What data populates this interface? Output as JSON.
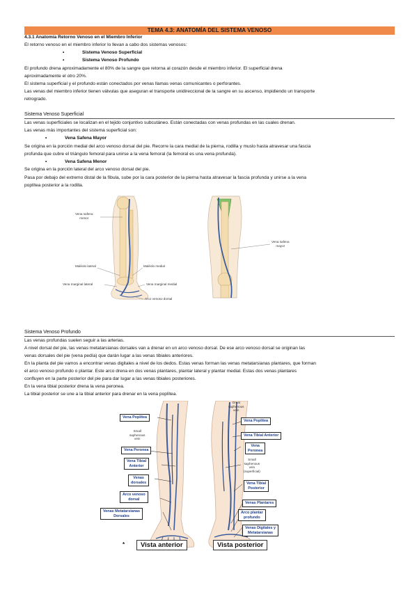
{
  "title": "TEMA 4.3: ANATOMÍA DEL SISTEMA VENOSO",
  "intro": {
    "subtitle": "4.3.1 Anatomía Retorno Venoso en el Miembro Inferior",
    "line1": "El retorno venoso en el miembro inferior lo llevan a cabo dos sistemas venosos:",
    "bullets": [
      "Sistema Venoso Superficial",
      "Sistema Venoso Profundo"
    ],
    "p1a": "El profundo drena aproximadamente el 80% de la sangre que retorna al corazón desde el miembro inferior. El superficial drena",
    "p1b": "aproximadamente el otro 20%.",
    "p2": "El sistema superficial y el profundo están conectados por venas llamas venas comunicantes o perforantes.",
    "p3a": "Las venas del miembro inferior tienen válvulas que aseguran el transporte unidireccional de la sangre en su ascenso, impidiendo un transporte",
    "p3b": "retrogrado."
  },
  "superficial": {
    "heading": "Sistema Venoso Superficial",
    "l1": "Las venas superficiales se localizan en el tejido conjuntivo subcutáneo. Están conectadas con venas profundas en las cuales drenan.",
    "l2": "Las venas más importantes del sistema superficial son:",
    "bullet1": "Vena Safena Mayor",
    "l3": "Se origina en la porción medial del arco venoso dorsal del pie. Recorre la cara medial de la pierna, rodilla y muslo hasta atravesar una fascia",
    "l4": "profunda que cubre el triángulo femoral para unirse a la vena femoral (la femoral es una vena profunda).",
    "bullet2": "Vena Safena Menor",
    "l5": "Se origina en la porción lateral del arco venoso dorsal del pie.",
    "l6": "Pasa por debajo del extremo distal de la fíbula, sube por la cara posterior de la pierna hasta atravesar la fascia profunda y unirse a la vena",
    "l7": "poplítea posterior a la rodilla."
  },
  "fig1": {
    "labels": {
      "vena_safena_menor": [
        "Vena safena",
        "menor"
      ],
      "maleolo_lateral": "Maléolo lateral",
      "maleolo_medial": "Maléolo medial",
      "vena_marginal_lateral": "Vena marginal lateral",
      "vena_marginal_medial": "Vena marginal medial",
      "arco_venoso_dorsal": "Arco venoso dorsal",
      "vena_safena_mayor": [
        "Vena safena",
        "mayor"
      ]
    }
  },
  "profundo": {
    "heading": "Sistema Venoso Profundo",
    "l1": "Las venas profundas suelen seguir a las arterias.",
    "l2": "A nivel dorsal del pie, las venas metatarsianas dorsales van a drenar en un arco venoso dorsal. De ese arco venoso dorsal se originan las",
    "l3": "venas dorsales del pie (vena pedía) que darán lugar a las venas tibiales anteriores.",
    "l4": "En la planta del pie vamos a encontrar venas digitales a nivel de los dedos. Estas venas forman las venas metatarsianas plantares, que forman",
    "l5": "el arco venoso profundo o plantar. Este arco drena en dos venas plantares, plantar lateral y plantar medial. Estas dos venas plantares",
    "l6": "confluyen en la parte posterior del pie para dar lugar a las venas tibiales posteriores.",
    "l7": "En la vena tibial posterior drena la vena peronea.",
    "l8": "La tibial posterior se une a la tibial anterior para drenar en la vena poplítea."
  },
  "fig2": {
    "left": {
      "vena_poplitea": "Vena Poplítea",
      "small_saphenous": [
        "Small",
        "saphenous",
        "vein"
      ],
      "vena_peronea": "Vena Peronea",
      "vena_tibial_anterior": [
        "Vena Tibial",
        "Anterior"
      ],
      "venas_dorsales": [
        "Venas",
        "dorsales"
      ],
      "arco_venoso_dorsal": [
        "Arco venoso",
        "dorsal"
      ],
      "venas_metatarsianas": [
        "Venas Metatarsianas",
        "Dorsales"
      ],
      "star": "*",
      "view": "Vista anterior"
    },
    "right": {
      "great_saphenous": [
        "Great",
        "saphenous",
        "vein"
      ],
      "vena_poplitea": "Vena Poplitea",
      "vena_tibial_anterior": "Vena Tibial Anterior",
      "vena_peronea": [
        "Vena",
        "Peronea"
      ],
      "small_saphenous": [
        "Small",
        "saphenous",
        "vein",
        "(superficial)"
      ],
      "vena_tibial_posterior": [
        "Vena Tibial",
        "Posterior"
      ],
      "venas_plantares": "Venas Plantares",
      "arco_plantar": [
        "Arco plantar",
        "profundo"
      ],
      "venas_digitales": [
        "Venas Digitales y",
        "Metatarsianas"
      ],
      "view": "Vista posterior"
    }
  },
  "colors": {
    "title_bar": "#f08a4b",
    "vein": "#3a5c9c",
    "bone": "#f2dcb0",
    "callout_text": "#1f3e8a"
  }
}
